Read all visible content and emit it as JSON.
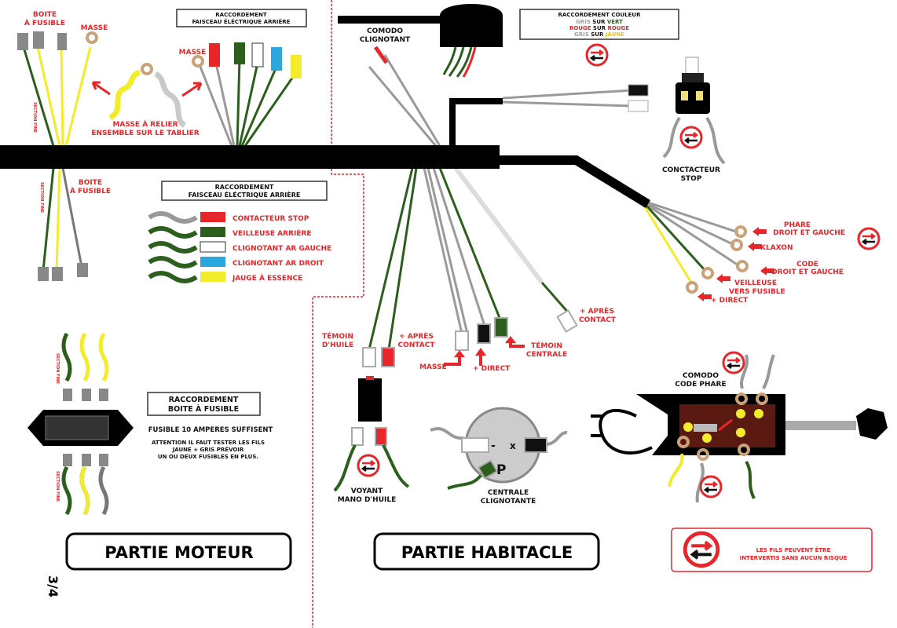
{
  "colors": {
    "red": "#e8262a",
    "green": "#2c5f1e",
    "yellow": "#f2ec2a",
    "gray": "#9a9a9a",
    "blue": "#2aa7e0",
    "black": "#000000"
  },
  "moteur": {
    "boite_fusible_top": [
      "BOITE",
      "À FUSIBLE"
    ],
    "masse_left": "MASSE",
    "section_fine": "SECTION FINE",
    "masse_relier": [
      "MASSE À RELIER",
      "ENSEMBLE SUR LE TABLIER"
    ],
    "raccord_arriere_top": [
      "RACCORDEMENT",
      "FAISCEAU ÉLÉCTRIQUE ARRIÈRE"
    ],
    "masse_right": "MASSE",
    "boite_fusible_bottom": [
      "BOITE",
      "À FUSIBLE"
    ],
    "raccord_arriere_legend": {
      "title": [
        "RACCORDEMENT",
        "FAISCEAU ÉLÉCTRIQUE ARRIÈRE"
      ],
      "items": [
        {
          "label": "CONTACTEUR STOP",
          "wire": "gray",
          "connector": "red"
        },
        {
          "label": "VEILLEUSE ARRIÈRE",
          "wire": "green",
          "connector": "green"
        },
        {
          "label": "CLIGNOTANT AR GAUCHE",
          "wire": "green",
          "connector": "white"
        },
        {
          "label": "CLIGNOTANT AR DROIT",
          "wire": "green",
          "connector": "blue"
        },
        {
          "label": "JAUGE À ESSENCE",
          "wire": "green",
          "connector": "yellow"
        }
      ]
    },
    "fusible_box": {
      "title": [
        "RACCORDEMENT",
        "BOITE À FUSIBLE"
      ],
      "note1": "FUSIBLE 10 AMPERES SUFFISENT",
      "note2": [
        "ATTENTION IL FAUT TESTER LES FILS",
        "JAUNE + GRIS PRÉVOIR",
        "UN OU DEUX FUSIBLES EN PLUS."
      ]
    },
    "section_title": "PARTIE MOTEUR",
    "page_number": "3/4"
  },
  "habitacle": {
    "comodo_clignotant": [
      "COMODO",
      "CLIGNOTANT"
    ],
    "couleur_box": {
      "title": "RACCORDEMENT COULEUR",
      "lines": [
        [
          {
            "text": "GRIS",
            "color": "#a0a0a0"
          },
          {
            "text": " SUR ",
            "color": "#111111"
          },
          {
            "text": "VERT",
            "color": "#2c5f1e"
          }
        ],
        [
          {
            "text": "ROUGE",
            "color": "#e8262a"
          },
          {
            "text": " SUR ",
            "color": "#111111"
          },
          {
            "text": "ROUGE",
            "color": "#e8262a"
          }
        ],
        [
          {
            "text": "GRIS",
            "color": "#a0a0a0"
          },
          {
            "text": " SUR ",
            "color": "#111111"
          },
          {
            "text": "JAUNE",
            "color": "#f2ec2a"
          }
        ]
      ]
    },
    "contacteur_stop": [
      "CONCTACTEUR",
      "STOP"
    ],
    "phare": [
      "PHARE",
      "DROIT ET GAUCHE"
    ],
    "klaxon": "KLAXON",
    "code": [
      "CODE",
      "DROIT ET GAUCHE"
    ],
    "veilleuse": [
      "VEILLEUSE",
      "VERS FUSIBLE"
    ],
    "direct_right": "+ DIRECT",
    "apres_contact_right": [
      "+ APRÈS",
      "CONTACT"
    ],
    "temoin_huile": [
      "TÉMOIN",
      "D'HUILE"
    ],
    "apres_contact_left": [
      "+ APRÈS",
      "CONTACT"
    ],
    "masse": "MASSE",
    "direct": "+ DIRECT",
    "temoin_centrale": [
      "TÉMOIN",
      "CENTRALE"
    ],
    "voyant": [
      "VOYANT",
      "MANO D'HUILE"
    ],
    "centrale": [
      "CENTRALE",
      "CLIGNOTANTE"
    ],
    "centrale_terminals": [
      "-",
      "x",
      "P"
    ],
    "comodo_code_phare": [
      "COMODO",
      "CODE PHARE"
    ],
    "section_title": "PARTIE HABITACLE",
    "legend_note": [
      "LES FILS PEUVENT ÊTRE",
      "INTERVERTIS SANS AUCUN RISQUE"
    ]
  }
}
